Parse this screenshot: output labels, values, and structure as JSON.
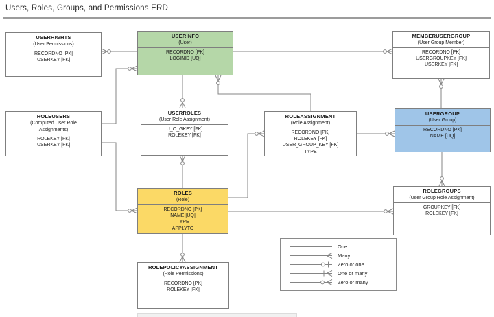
{
  "title": "Users, Roles, Groups, and Permissions ERD",
  "colors": {
    "green": "#b5d7a8",
    "blue": "#9fc5e8",
    "yellow": "#fbd966"
  },
  "entities": [
    {
      "id": "userrights",
      "name": "USERRIGHTS",
      "subtitle": "(User Permissions)",
      "fields": [
        "RECORDNO [PK]",
        "USERKEY [FK]"
      ]
    },
    {
      "id": "userinfo",
      "name": "USERINFO",
      "subtitle": "(User)",
      "fields": [
        "RECORDNO [PK]",
        "LOGINID [UQ]"
      ]
    },
    {
      "id": "memberusergroup",
      "name": "MEMBERUSERGROUP",
      "subtitle": "(User Group Member)",
      "fields": [
        "RECORDNO [PK]",
        "USERGROUPKEY [FK]",
        "USERKEY [FK]"
      ]
    },
    {
      "id": "roleusers",
      "name": "ROLEUSERS",
      "subtitle": "(Computed User Role Assignments)",
      "fields": [
        "ROLEKEY [FK]",
        "USERKEY [FK]"
      ]
    },
    {
      "id": "userroles",
      "name": "USERROLES",
      "subtitle": "(User Role Assignment)",
      "fields": [
        "U_O_GKEY [FK]",
        "ROLEKEY [FK]"
      ]
    },
    {
      "id": "roleassignment",
      "name": "ROLEASSIGNMENT",
      "subtitle": "(Role Assignment)",
      "fields": [
        "RECORDNO [PK]",
        "ROLEKEY [FK]",
        "USER_GROUP_KEY [FK]",
        "TYPE"
      ]
    },
    {
      "id": "usergroup",
      "name": "USERGROUP",
      "subtitle": "(User Group)",
      "fields": [
        "RECORDNO [PK]",
        "NAME [UQ]"
      ]
    },
    {
      "id": "roles",
      "name": "ROLES",
      "subtitle": "(Role)",
      "fields": [
        "RECORDNO [PK]",
        "NAME [UQ]",
        "TYPE",
        "APPLYTO"
      ]
    },
    {
      "id": "rolegroups",
      "name": "ROLEGROUPS",
      "subtitle": "(User Group Role Assignment)",
      "fields": [
        "GROUPKEY [FK]",
        "ROLEKEY [FK]"
      ]
    },
    {
      "id": "rolepolicyassignment",
      "name": "ROLEPOLICYASSIGNMENT",
      "subtitle": "(Role Permissions)",
      "fields": [
        "RECORDNO [PK]",
        "ROLEKEY [FK]"
      ]
    }
  ],
  "legend": {
    "items": [
      "One",
      "Many",
      "Zero or one",
      "One or many",
      "Zero or many"
    ]
  }
}
